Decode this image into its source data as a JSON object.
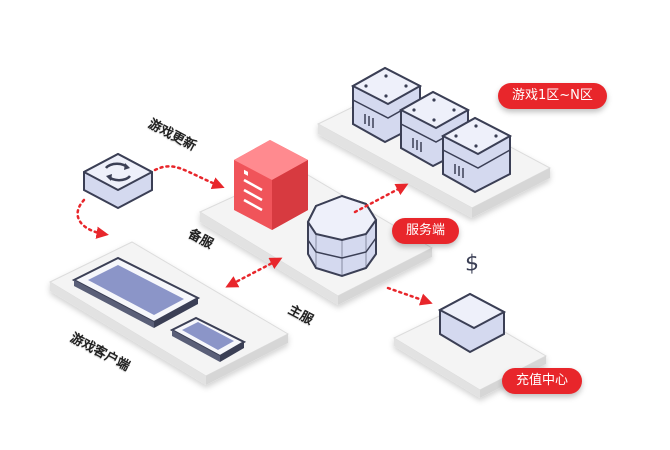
{
  "labels": {
    "zones": "游戏1区~N区",
    "server_side": "服务端",
    "recharge": "充值中心",
    "game_update": "游戏更新",
    "backup_server": "备服",
    "main_server": "主服",
    "game_client": "游戏客户端"
  },
  "colors": {
    "accent": "#e8262b",
    "platform": "#f2f2f2",
    "server_blue": "#dfe3f4",
    "outline": "#3b3f55"
  }
}
